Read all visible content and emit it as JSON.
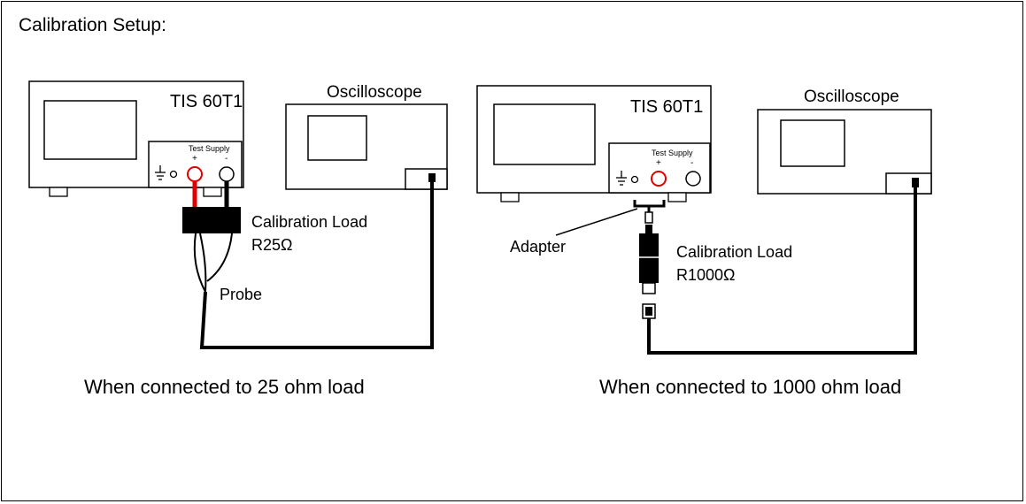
{
  "heading": "Calibration Setup:",
  "setup_25": {
    "device_title": "TIS 60T1",
    "test_supply": "Test Supply",
    "plus": "+",
    "minus": "-",
    "scope_title": "Oscilloscope",
    "load_name": "Calibration Load",
    "load_value": "R25Ω",
    "probe": "Probe",
    "caption": "When connected to 25 ohm load",
    "positive_lead_color": "#e00000"
  },
  "setup_1000": {
    "device_title": "TIS 60T1",
    "test_supply": "Test Supply",
    "plus": "+",
    "minus": "-",
    "scope_title": "Oscilloscope",
    "adapter": "Adapter",
    "load_name": "Calibration Load",
    "load_value": "R1000Ω",
    "caption": "When connected to 1000 ohm load"
  },
  "colors": {
    "line": "#000000",
    "terminal_plus": "#e00000",
    "background": "#ffffff"
  }
}
